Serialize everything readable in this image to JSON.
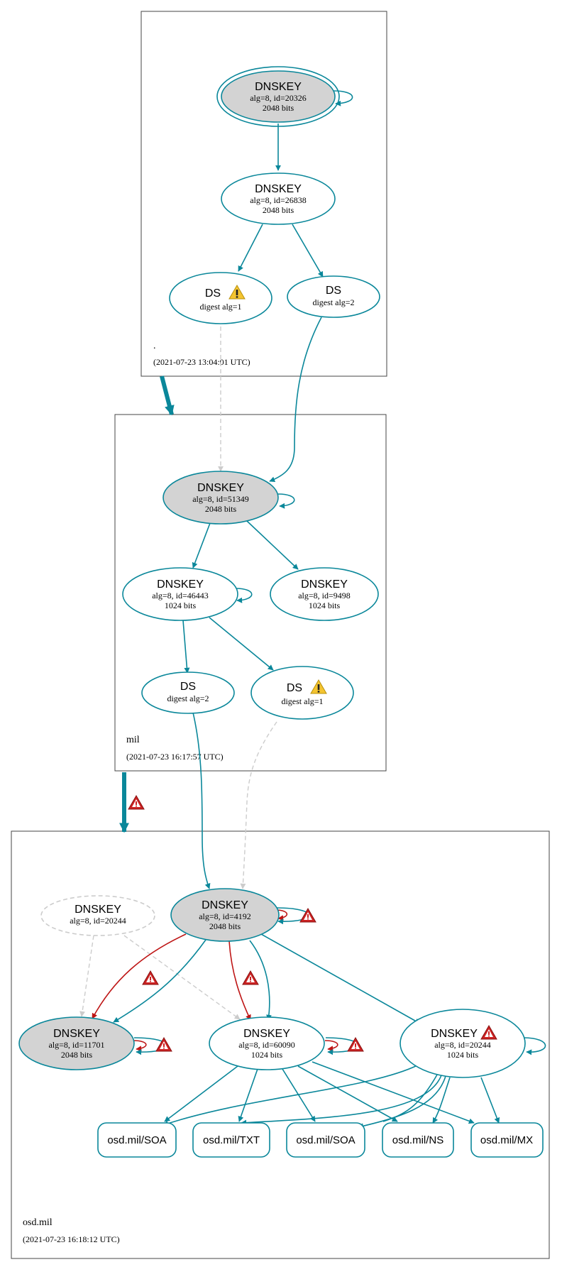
{
  "colors": {
    "teal": "#0a879a",
    "red": "#be1515",
    "gray_dashed": "#d0d0d0",
    "node_fill": "#d3d3d3",
    "warning_yellow": "#f4c430",
    "error_red": "#cc2222"
  },
  "zones": [
    {
      "name": ".",
      "time": "(2021-07-23 13:04:01 UTC)"
    },
    {
      "name": "mil",
      "time": "(2021-07-23 16:17:57 UTC)"
    },
    {
      "name": "osd.mil",
      "time": "(2021-07-23 16:18:12 UTC)"
    }
  ],
  "nodes": {
    "root_ksk": {
      "title": "DNSKEY",
      "line1": "alg=8, id=20326",
      "line2": "2048 bits"
    },
    "root_zsk": {
      "title": "DNSKEY",
      "line1": "alg=8, id=26838",
      "line2": "2048 bits"
    },
    "root_ds1": {
      "title": "DS",
      "line1": "digest alg=1",
      "icon": "warning-icon"
    },
    "root_ds2": {
      "title": "DS",
      "line1": "digest alg=2"
    },
    "mil_ksk": {
      "title": "DNSKEY",
      "line1": "alg=8, id=51349",
      "line2": "2048 bits"
    },
    "mil_46443": {
      "title": "DNSKEY",
      "line1": "alg=8, id=46443",
      "line2": "1024 bits"
    },
    "mil_9498": {
      "title": "DNSKEY",
      "line1": "alg=8, id=9498",
      "line2": "1024 bits"
    },
    "mil_ds2": {
      "title": "DS",
      "line1": "digest alg=2"
    },
    "mil_ds1": {
      "title": "DS",
      "line1": "digest alg=1",
      "icon": "warning-icon"
    },
    "osd_20244_missing": {
      "title": "DNSKEY",
      "line1": "alg=8, id=20244"
    },
    "osd_4192": {
      "title": "DNSKEY",
      "line1": "alg=8, id=4192",
      "line2": "2048 bits"
    },
    "osd_11701": {
      "title": "DNSKEY",
      "line1": "alg=8, id=11701",
      "line2": "2048 bits"
    },
    "osd_60090": {
      "title": "DNSKEY",
      "line1": "alg=8, id=60090",
      "line2": "1024 bits"
    },
    "osd_20244": {
      "title": "DNSKEY",
      "line1": "alg=8, id=20244",
      "line2": "1024 bits",
      "icon": "error-icon"
    }
  },
  "rrsets": [
    "osd.mil/SOA",
    "osd.mil/TXT",
    "osd.mil/SOA",
    "osd.mil/NS",
    "osd.mil/MX"
  ]
}
